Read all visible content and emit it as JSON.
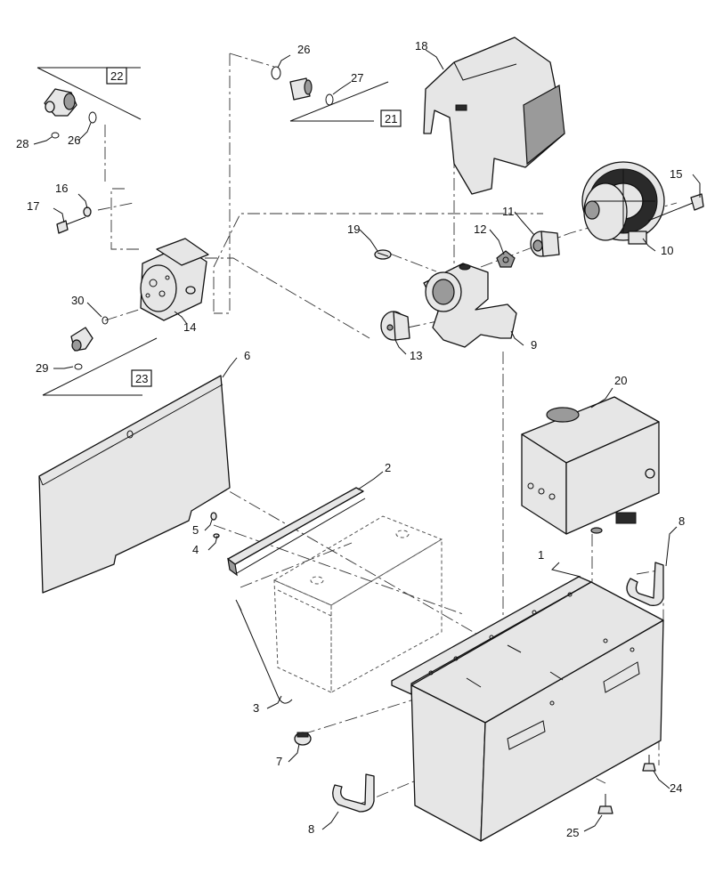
{
  "callouts": {
    "c1": "1",
    "c2": "2",
    "c3": "3",
    "c4": "4",
    "c5": "5",
    "c6": "6",
    "c7": "7",
    "c8a": "8",
    "c8b": "8",
    "c9": "9",
    "c10": "10",
    "c11": "11",
    "c12": "12",
    "c13": "13",
    "c14": "14",
    "c15": "15",
    "c16": "16",
    "c17": "17",
    "c18": "18",
    "c19": "19",
    "c20": "20",
    "c24": "24",
    "c25": "25",
    "c26a": "26",
    "c26b": "26",
    "c27": "27",
    "c28": "28",
    "c29": "29",
    "c30": "30"
  },
  "references": {
    "r21": "21",
    "r22": "22",
    "r23": "23"
  }
}
